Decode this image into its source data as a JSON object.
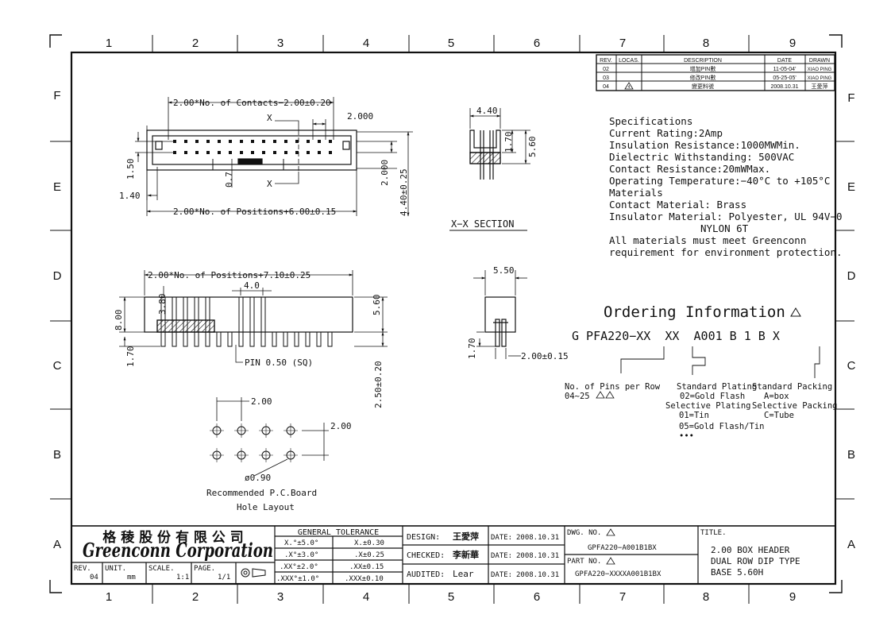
{
  "grid": {
    "columns": [
      "1",
      "2",
      "3",
      "4",
      "5",
      "6",
      "7",
      "8",
      "9"
    ],
    "rows": [
      "F",
      "E",
      "D",
      "C",
      "B",
      "A"
    ]
  },
  "revision_table": {
    "headers": [
      "REV.",
      "LOCAS.",
      "DESCRIPTION",
      "DATE",
      "DRAWN"
    ],
    "rows": [
      {
        "rev": "02",
        "locas": "",
        "description": "增加PIN數",
        "date": "11-05-04'",
        "drawn": "XIAO PING"
      },
      {
        "rev": "03",
        "locas": "",
        "description": "修改PIN數",
        "date": "05-25-05'",
        "drawn": "XIAO PING"
      },
      {
        "rev": "04",
        "locas": "4",
        "description": "變更料號",
        "date": "2008.10.31",
        "drawn": "王愛萍"
      }
    ]
  },
  "top_view": {
    "dim_top": "2.00*No. of Contacts−2.00±0.20",
    "dim_2000_top": "2.000",
    "section_mark_top": "X",
    "section_mark_bottom": "X",
    "dim_150": "1.50",
    "dim_140": "1.40",
    "dim_07": "0.7",
    "dim_2000_side": "2.000",
    "dim_440": "4.40±0.25",
    "dim_bottom": "2.00*No. of Positions+6.00±0.15"
  },
  "section_view": {
    "dim_440": "4.40",
    "dim_170": "1.70",
    "dim_560": "5.60",
    "title": "X−X SECTION"
  },
  "front_view": {
    "dim_top": "2.00*No. of Positions+7.10±0.25",
    "dim_40": "4.0",
    "dim_380": "3.80",
    "dim_800": "8.00",
    "dim_560": "5.60",
    "dim_170": "1.70",
    "pin_note": "PIN 0.50 (SQ)",
    "dim_250": "2.50±0.20"
  },
  "side_view": {
    "dim_550": "5.50",
    "dim_170": "1.70",
    "dim_200": "2.00±0.15"
  },
  "pcb_layout": {
    "dim_pitch_h": "2.00",
    "dim_pitch_v": "2.00",
    "hole_dia": "ø0.90",
    "caption_1": "Recommended P.C.Board",
    "caption_2": "Hole Layout"
  },
  "specifications": {
    "lines": [
      "Specifications",
      "Current Rating:2Amp",
      "Insulation Resistance:1000MWMin.",
      "Dielectric Withstanding:   500VAC",
      "Contact Resistance:20mWMax.",
      "Operating Temperature:−40°C to +105°C",
      "Materials",
      "Contact Material: Brass",
      "Insulator Material: Polyester, UL 94V−0",
      "NYLON 6T",
      "All materials must meet Greenconn",
      "requirement for environment protection."
    ]
  },
  "ordering": {
    "title": "Ordering Information",
    "code": "G PFA220−XX  XX  A001 B 1 B X",
    "pins_label": "No. of Pins per Row",
    "pins_range": "04~25",
    "plating_label": "Standard Plating",
    "plating_gold": "02=Gold Flash",
    "selective_plating_label": "Selective Plating",
    "sel_tin": "01=Tin",
    "sel_gold_tin": "05=Gold Flash/Tin",
    "sel_more": "•••",
    "packing_label": "Standard Packing",
    "packing_box": "A=box",
    "selective_packing_label": "Selective Packing",
    "packing_tube": "C=Tube"
  },
  "title_block": {
    "company_cn": "格 稜 股 份 有 限 公 司",
    "company_en": "Greenconn Corporation",
    "rev_label": "REV.",
    "rev_value": "04",
    "unit_label": "UNIT.",
    "unit_value": "mm",
    "scale_label": "SCALE.",
    "scale_value": "1:1",
    "page_label": "PAGE.",
    "page_value": "1/1",
    "tolerance_title": "GENERAL TOLERANCE",
    "tolerances": [
      {
        "k": "X.°±5.0°",
        "v": "X.±0.30"
      },
      {
        "k": ".X°±3.0°",
        "v": ".X±0.25"
      },
      {
        "k": ".XX°±2.0°",
        "v": ".XX±0.15"
      },
      {
        "k": ".XXX°±1.0°",
        "v": ".XXX±0.10"
      }
    ],
    "design_label": "DESIGN:",
    "design_name": "王愛萍",
    "checked_label": "CHECKED:",
    "checked_name": "李新華",
    "audited_label": "AUDITED:",
    "audited_name": "Lear",
    "date_label": "DATE:",
    "date_value": "2008.10.31",
    "dwg_label": "DWG. NO.",
    "dwg_value": "GPFA220−A001B1BX",
    "part_label": "PART NO.",
    "part_value": "GPFA220−XXXXA001B1BX",
    "title_label": "TITLE.",
    "title_lines": [
      "2.00 BOX HEADER",
      "DUAL ROW DIP TYPE",
      "BASE 5.60H"
    ]
  }
}
